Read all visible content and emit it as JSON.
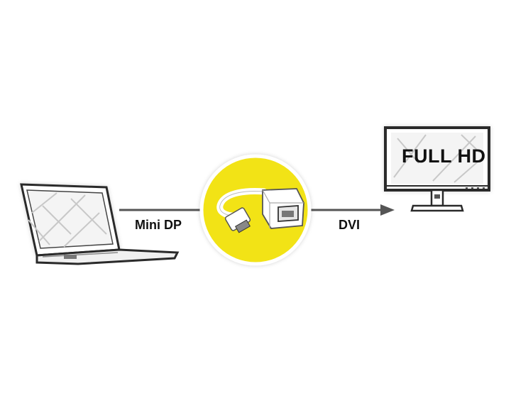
{
  "labels": {
    "input": "Mini DP",
    "output": "DVI",
    "monitor_text": "FULL HD"
  },
  "icons": {
    "source": "laptop-icon",
    "adapter": "mini-dp-to-dvi-adapter-icon",
    "target": "monitor-icon",
    "arrow": "arrow-right-icon"
  },
  "colors": {
    "accent_circle": "#f2e318",
    "line": "#555555",
    "outline": "#2a2a2a"
  }
}
